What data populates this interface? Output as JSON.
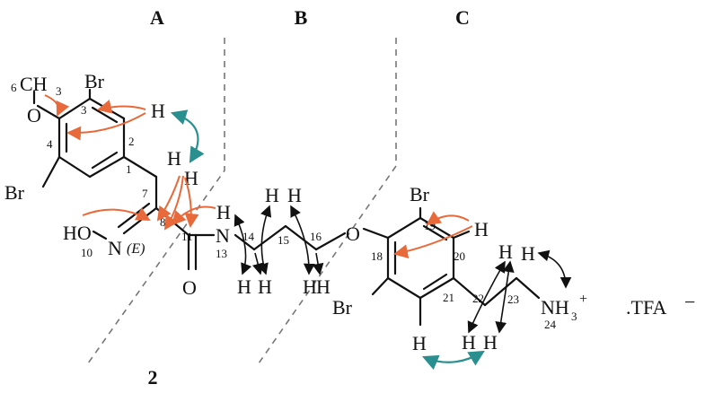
{
  "sections": {
    "a": "A",
    "b": "B",
    "c": "C"
  },
  "compound_number": "2",
  "atoms": {
    "c6": "CH",
    "c6_sub": "3",
    "o_methoxy": "O",
    "br_top": "Br",
    "br_left": "Br",
    "h_ring_a": "H",
    "h7a": "H",
    "h7b": "H",
    "ho": "HO",
    "n_oxime": "N",
    "e_label": "(E)",
    "nh_h": "H",
    "n_amide": "N",
    "o_carbonyl": "O",
    "h14a": "H",
    "h14b": "H",
    "h15a": "H",
    "h15b": "H",
    "h16a": "H",
    "h16b": "H",
    "o_ether": "O",
    "br_c19": "Br",
    "h_c20": "H",
    "br_c17": "Br",
    "h_c21ring": "H",
    "h22a": "H",
    "h22b": "H",
    "h23a": "H",
    "h23b": "H",
    "nh3": "NH",
    "nh3_sub": "3",
    "nh3_sup": "+",
    "tfa": ".TFA",
    "tfa_charge": "−"
  },
  "numbers": {
    "n1": "1",
    "n2": "2",
    "n3": "3",
    "n4": "4",
    "n6": "6",
    "n7": "7",
    "n8": "8",
    "n10": "10",
    "n11": "11",
    "n13": "13",
    "n14": "14",
    "n15": "15",
    "n16": "16",
    "n18": "18",
    "n19": "19",
    "n20": "20",
    "n21": "21",
    "n22": "22",
    "n23": "23",
    "n24": "24"
  },
  "colors": {
    "hmbc_arrow": "#e86a3a",
    "noesy_arrow": "#2a8f8f",
    "cosy_arrow": "#111111"
  }
}
